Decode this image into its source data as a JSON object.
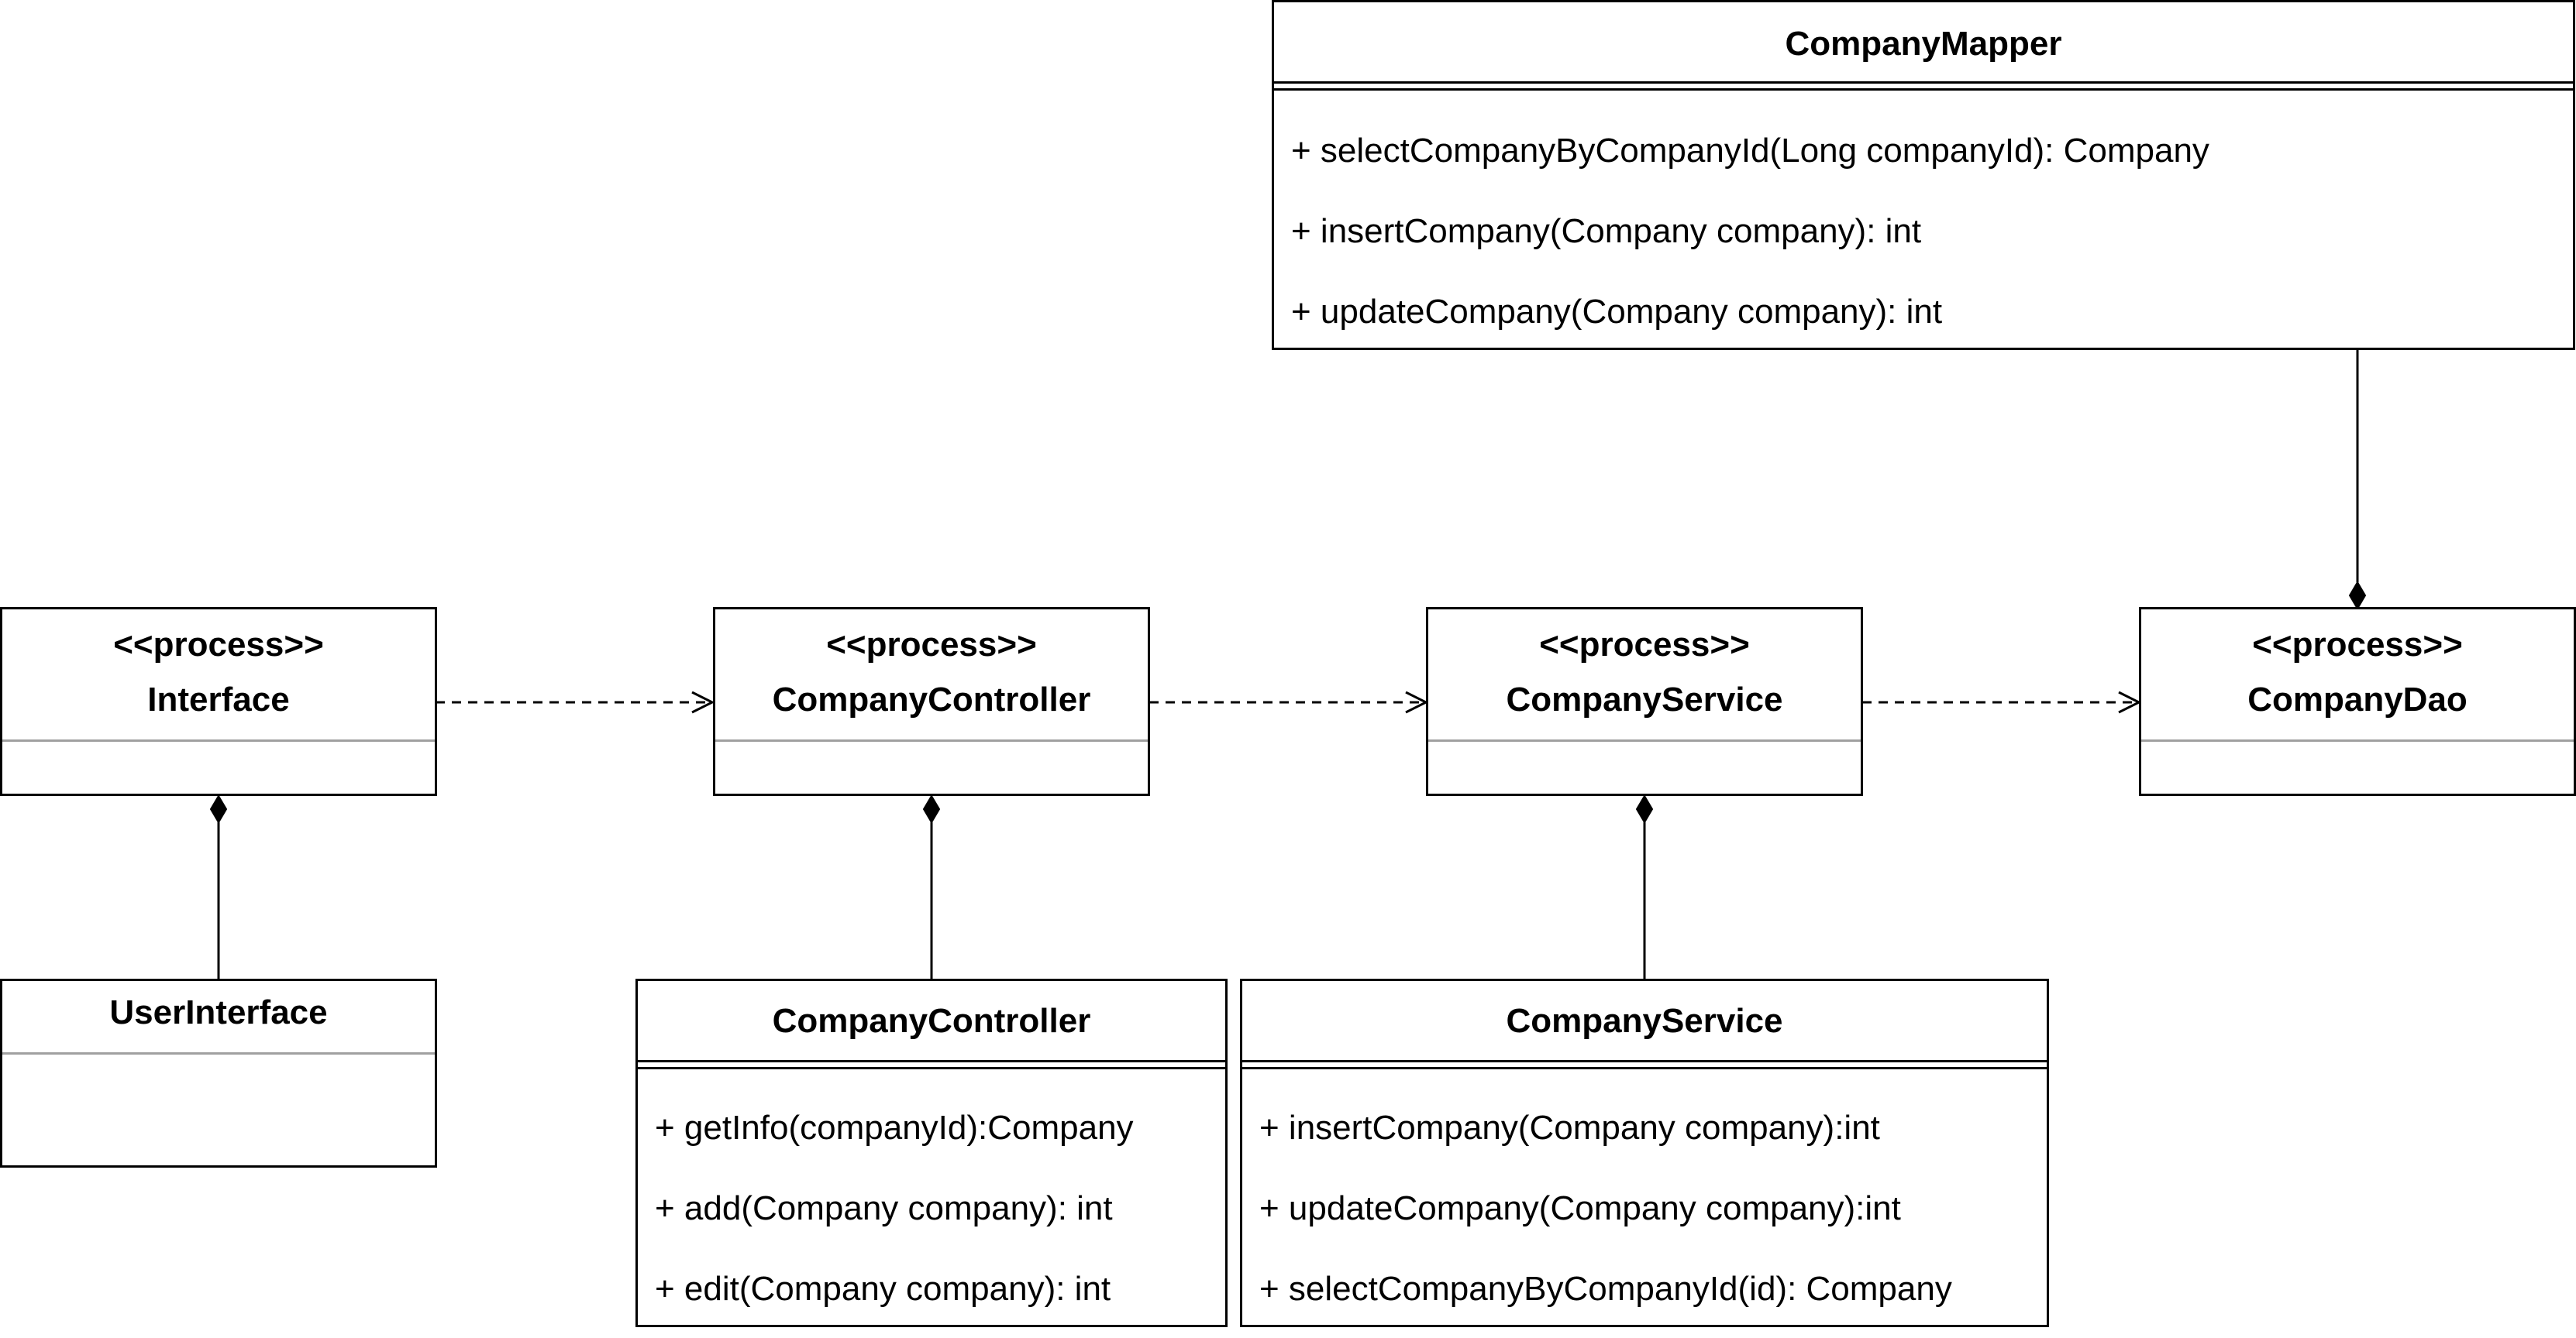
{
  "diagram": {
    "classes": {
      "mapper": {
        "name": "CompanyMapper",
        "methods": [
          "+ selectCompanyByCompanyId(Long companyId): Company",
          "+ insertCompany(Company company): int",
          "+ updateCompany(Company company): int"
        ]
      },
      "interface": {
        "stereotype": "<<process>>",
        "name": "Interface"
      },
      "controller_process": {
        "stereotype": "<<process>>",
        "name": "CompanyController"
      },
      "service_process": {
        "stereotype": "<<process>>",
        "name": "CompanyService"
      },
      "dao_process": {
        "stereotype": "<<process>>",
        "name": "CompanyDao"
      },
      "user_interface": {
        "name": "UserInterface"
      },
      "controller": {
        "name": "CompanyController",
        "methods": [
          "+ getInfo(companyId):Company",
          "+ add(Company company): int",
          "+ edit(Company company): int"
        ]
      },
      "service": {
        "name": "CompanyService",
        "methods": [
          "+ insertCompany(Company company):int",
          "+ updateCompany(Company company):int",
          "+ selectCompanyByCompanyId(id): Company"
        ]
      }
    },
    "relationships": [
      {
        "type": "dependency",
        "from": "Interface",
        "to": "CompanyController"
      },
      {
        "type": "dependency",
        "from": "CompanyController",
        "to": "CompanyService"
      },
      {
        "type": "dependency",
        "from": "CompanyService",
        "to": "CompanyDao"
      },
      {
        "type": "composition",
        "whole": "Interface",
        "part": "UserInterface"
      },
      {
        "type": "composition",
        "whole": "CompanyController",
        "part": "CompanyController"
      },
      {
        "type": "composition",
        "whole": "CompanyService",
        "part": "CompanyService"
      },
      {
        "type": "composition",
        "whole": "CompanyDao",
        "part": "CompanyMapper"
      }
    ]
  }
}
